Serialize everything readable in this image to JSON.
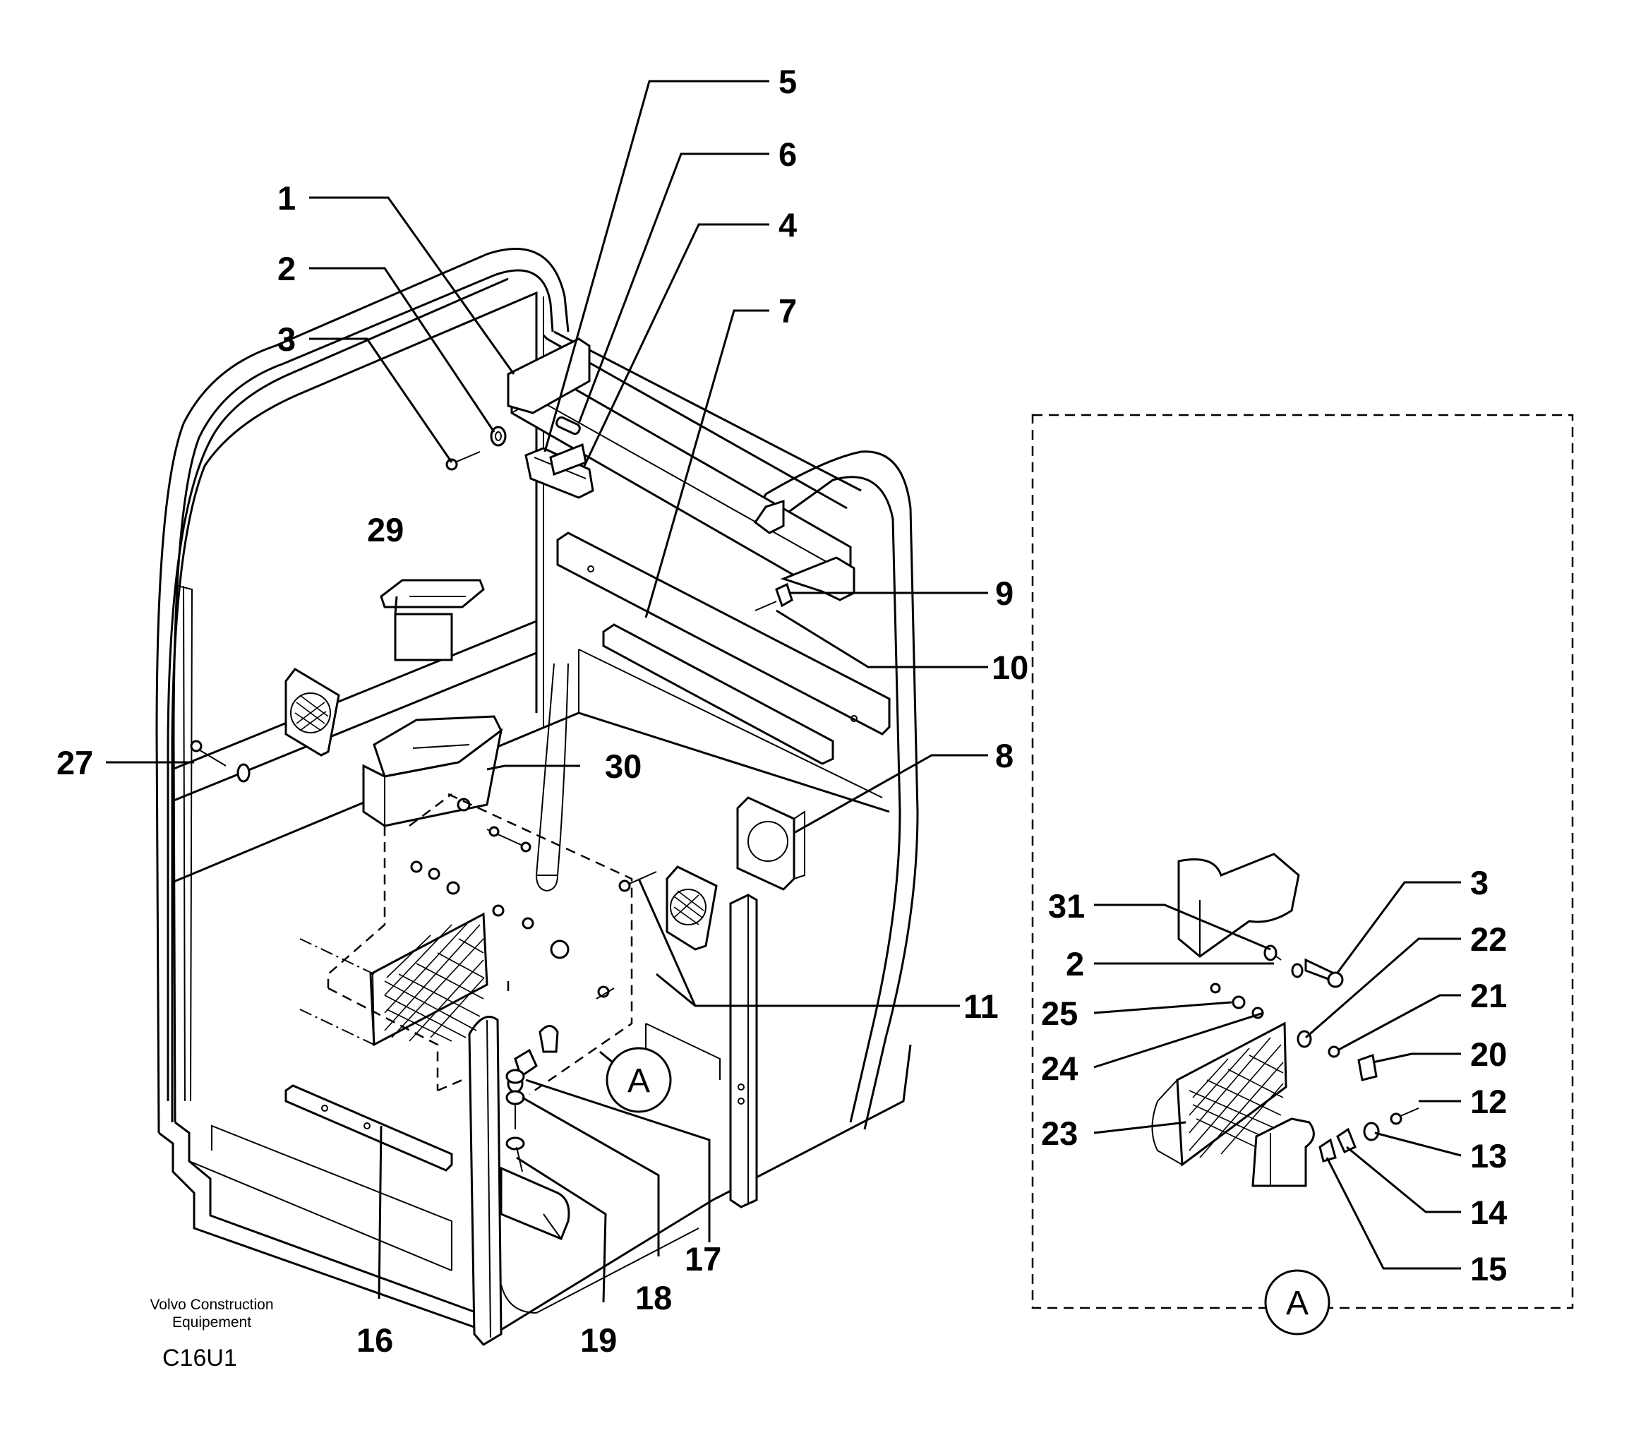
{
  "callouts": {
    "c1": "1",
    "c2": "2",
    "c3": "3",
    "c4": "4",
    "c5": "5",
    "c6": "6",
    "c7": "7",
    "c8": "8",
    "c9": "9",
    "c10": "10",
    "c11": "11",
    "c16": "16",
    "c17": "17",
    "c18": "18",
    "c19": "19",
    "c27": "27",
    "c29": "29",
    "c30": "30",
    "a_main": "A"
  },
  "detail": {
    "c31": "31",
    "c2": "2",
    "c3": "3",
    "c22": "22",
    "c25": "25",
    "c21": "21",
    "c24": "24",
    "c20": "20",
    "c23": "23",
    "c12": "12",
    "c13": "13",
    "c14": "14",
    "c15": "15",
    "a_detail": "A"
  },
  "footer": {
    "credit_line1": "Volvo Construction",
    "credit_line2": "Equipement",
    "code": "C16U1"
  }
}
